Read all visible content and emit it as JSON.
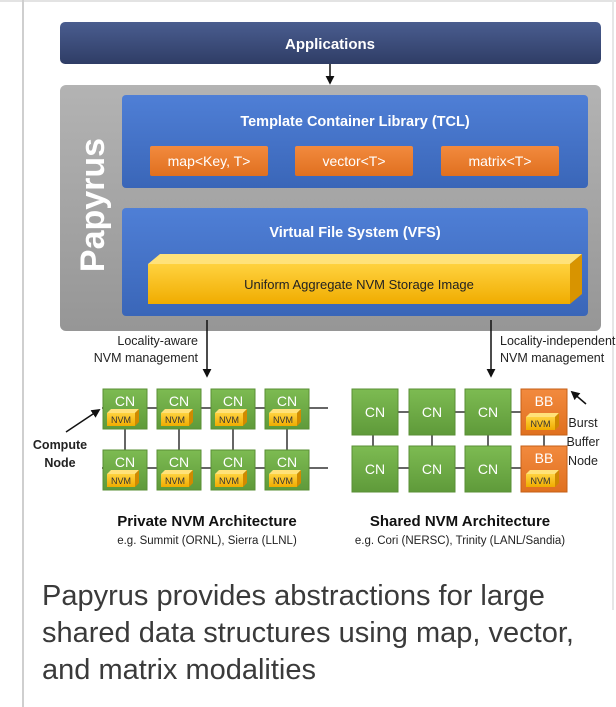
{
  "applications_label": "Applications",
  "papyrus_label": "Papyrus",
  "tcl": {
    "title": "Template Container Library (TCL)",
    "items": [
      "map<Key, T>",
      "vector<T>",
      "matrix<T>"
    ]
  },
  "vfs": {
    "title": "Virtual File System (VFS)",
    "storage_label": "Uniform Aggregate NVM Storage Image"
  },
  "left_arch": {
    "mgmt_line1": "Locality-aware",
    "mgmt_line2": "NVM management",
    "node_label": "CN",
    "nvm_label": "NVM",
    "side_label_line1": "Compute",
    "side_label_line2": "Node",
    "title": "Private NVM Architecture",
    "examples": "e.g. Summit (ORNL), Sierra (LLNL)"
  },
  "right_arch": {
    "mgmt_line1": "Locality-independent",
    "mgmt_line2": "NVM management",
    "node_label": "CN",
    "bb_label": "BB",
    "nvm_label": "NVM",
    "side_label_line1": "Burst",
    "side_label_line2": "Buffer",
    "side_label_line3": "Node",
    "title": "Shared NVM Architecture",
    "examples": "e.g. Cori (NERSC), Trinity (LANL/Sandia)"
  },
  "caption": "Papyrus provides abstractions for large shared data structures using map, vector, and matrix modalities",
  "colors": {
    "navy": "#3b4c7a",
    "gray_panel": "#a6a6a6",
    "blue_box": "#4472c4",
    "orange": "#ed7d31",
    "green": "#70ad47",
    "gold": "#ffc000"
  }
}
